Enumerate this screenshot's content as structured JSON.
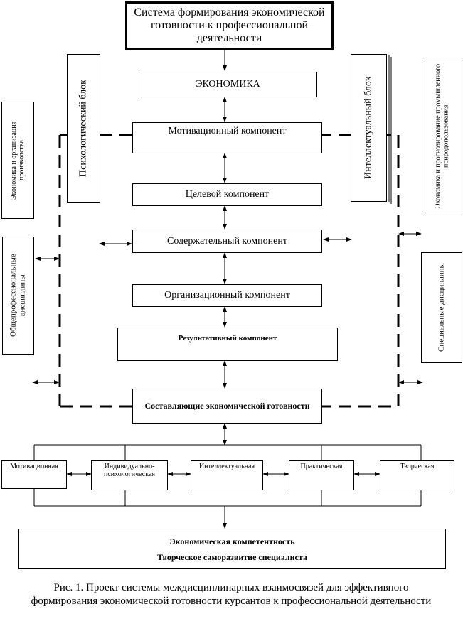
{
  "system_title": "Система формирования экономической готовности к профессиональной деятельности",
  "economics": "ЭКОНОМИКА",
  "components": {
    "motivational": "Мотивационный компонент",
    "target": "Целевой компонент",
    "content": "Содержательный компонент",
    "organizational": "Организационный компонент",
    "result": "Результативный компонент",
    "constituents": "Составляющие экономической готовности"
  },
  "blocks": {
    "psychological": "Психологический блок",
    "intellectual": "Интеллектуальный блок"
  },
  "side_boxes": {
    "left_top": "Экономика и организация производства",
    "left_bottom": "Общепрофессиональные дисциплины",
    "right_top": "Экономика и прогнозирование промышленного природопользования",
    "right_bottom": "Специальные дисциплины"
  },
  "readiness_types": [
    "Мотивационная",
    "Индивидуально-психологическая",
    "Интеллектуальная",
    "Практическая",
    "Творческая"
  ],
  "bottom": {
    "line1": "Экономическая компетентность",
    "line2": "Творческое саморазвитие специалиста"
  },
  "caption": "Рис. 1. Проект системы междисциплинарных взаимосвязей для эффективного формирования экономической готовности курсантов к профессиональной деятельности"
}
